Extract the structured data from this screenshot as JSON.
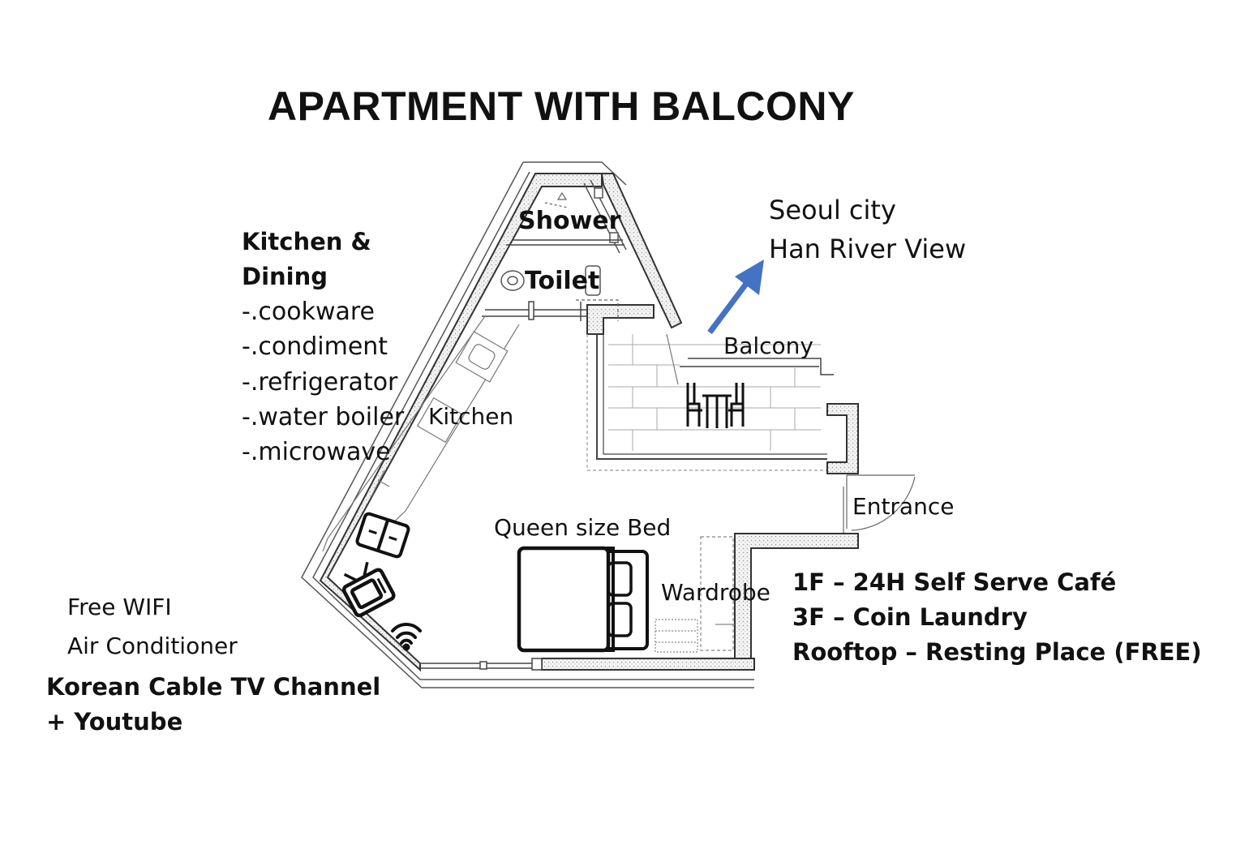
{
  "title": "APARTMENT WITH BALCONY",
  "rooms": {
    "shower": "Shower",
    "toilet": "Toilet",
    "kitchen": "Kitchen",
    "balcony": "Balcony",
    "entrance": "Entrance",
    "bed": "Queen size Bed",
    "wardrobe": "Wardrobe"
  },
  "view": {
    "line1": "Seoul city",
    "line2": "Han River View"
  },
  "kitchen_dining": {
    "heading_line1": "Kitchen &",
    "heading_line2": "Dining",
    "items": [
      "-.cookware",
      "-.condiment",
      "-.refrigerator",
      "-.water boiler",
      "-.microwave"
    ]
  },
  "amenities": {
    "wifi": "Free WIFI",
    "ac": "Air Conditioner",
    "tv_line1": "Korean Cable TV Channel",
    "tv_line2": "+  Youtube"
  },
  "building": {
    "floor1": "1F – 24H Self Serve Café",
    "floor3": "3F – Coin Laundry",
    "rooftop": "Rooftop – Resting Place (FREE)"
  },
  "colors": {
    "arrow": "#4472C4",
    "wall": "#3a3a3a",
    "ink": "#111111"
  },
  "icons": {
    "microwave": "microwave-icon",
    "tv": "tv-icon",
    "wifi": "wifi-icon",
    "bed": "bed-icon",
    "dining_set": "table-chairs-icon",
    "arrow": "view-direction-arrow"
  }
}
